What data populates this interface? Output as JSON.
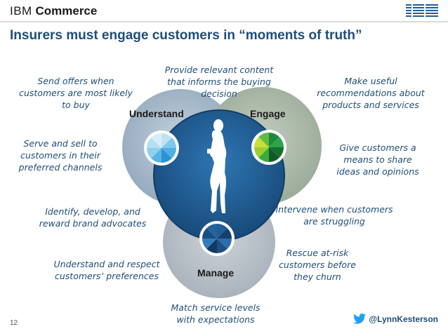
{
  "header": {
    "brand_prefix": "IBM",
    "brand_name": "Commerce",
    "logo": "ibm-logo"
  },
  "title": "Insurers must engage customers in “moments of truth”",
  "circles": {
    "understand": "Understand",
    "engage": "Engage",
    "manage": "Manage"
  },
  "notes": {
    "send_offers": "Send offers when customers are most likely to buy",
    "serve_sell": "Serve and sell to customers in their preferred channels",
    "identify": "Identify, develop, and reward brand advocates",
    "understand_prefs": "Understand and respect customers’ preferences",
    "relevant_content": "Provide relevant content that informs the buying decision",
    "recommendations": "Make useful recommendations about products and services",
    "share_ideas": "Give customers a means to share ideas and opinions",
    "intervene": "Intervene when customers are struggling",
    "rescue": "Rescue at-risk customers before they churn",
    "service_levels": "Match service levels with expectations"
  },
  "footer": {
    "page_number": "12",
    "twitter_handle": "@LynnKesterson"
  },
  "colors": {
    "title": "#1f4e79",
    "understand_circle": "#9fb3c5",
    "engage_circle": "#a8b7a6",
    "manage_circle": "#b9c0c8",
    "center_circle": "#1f5e97"
  }
}
